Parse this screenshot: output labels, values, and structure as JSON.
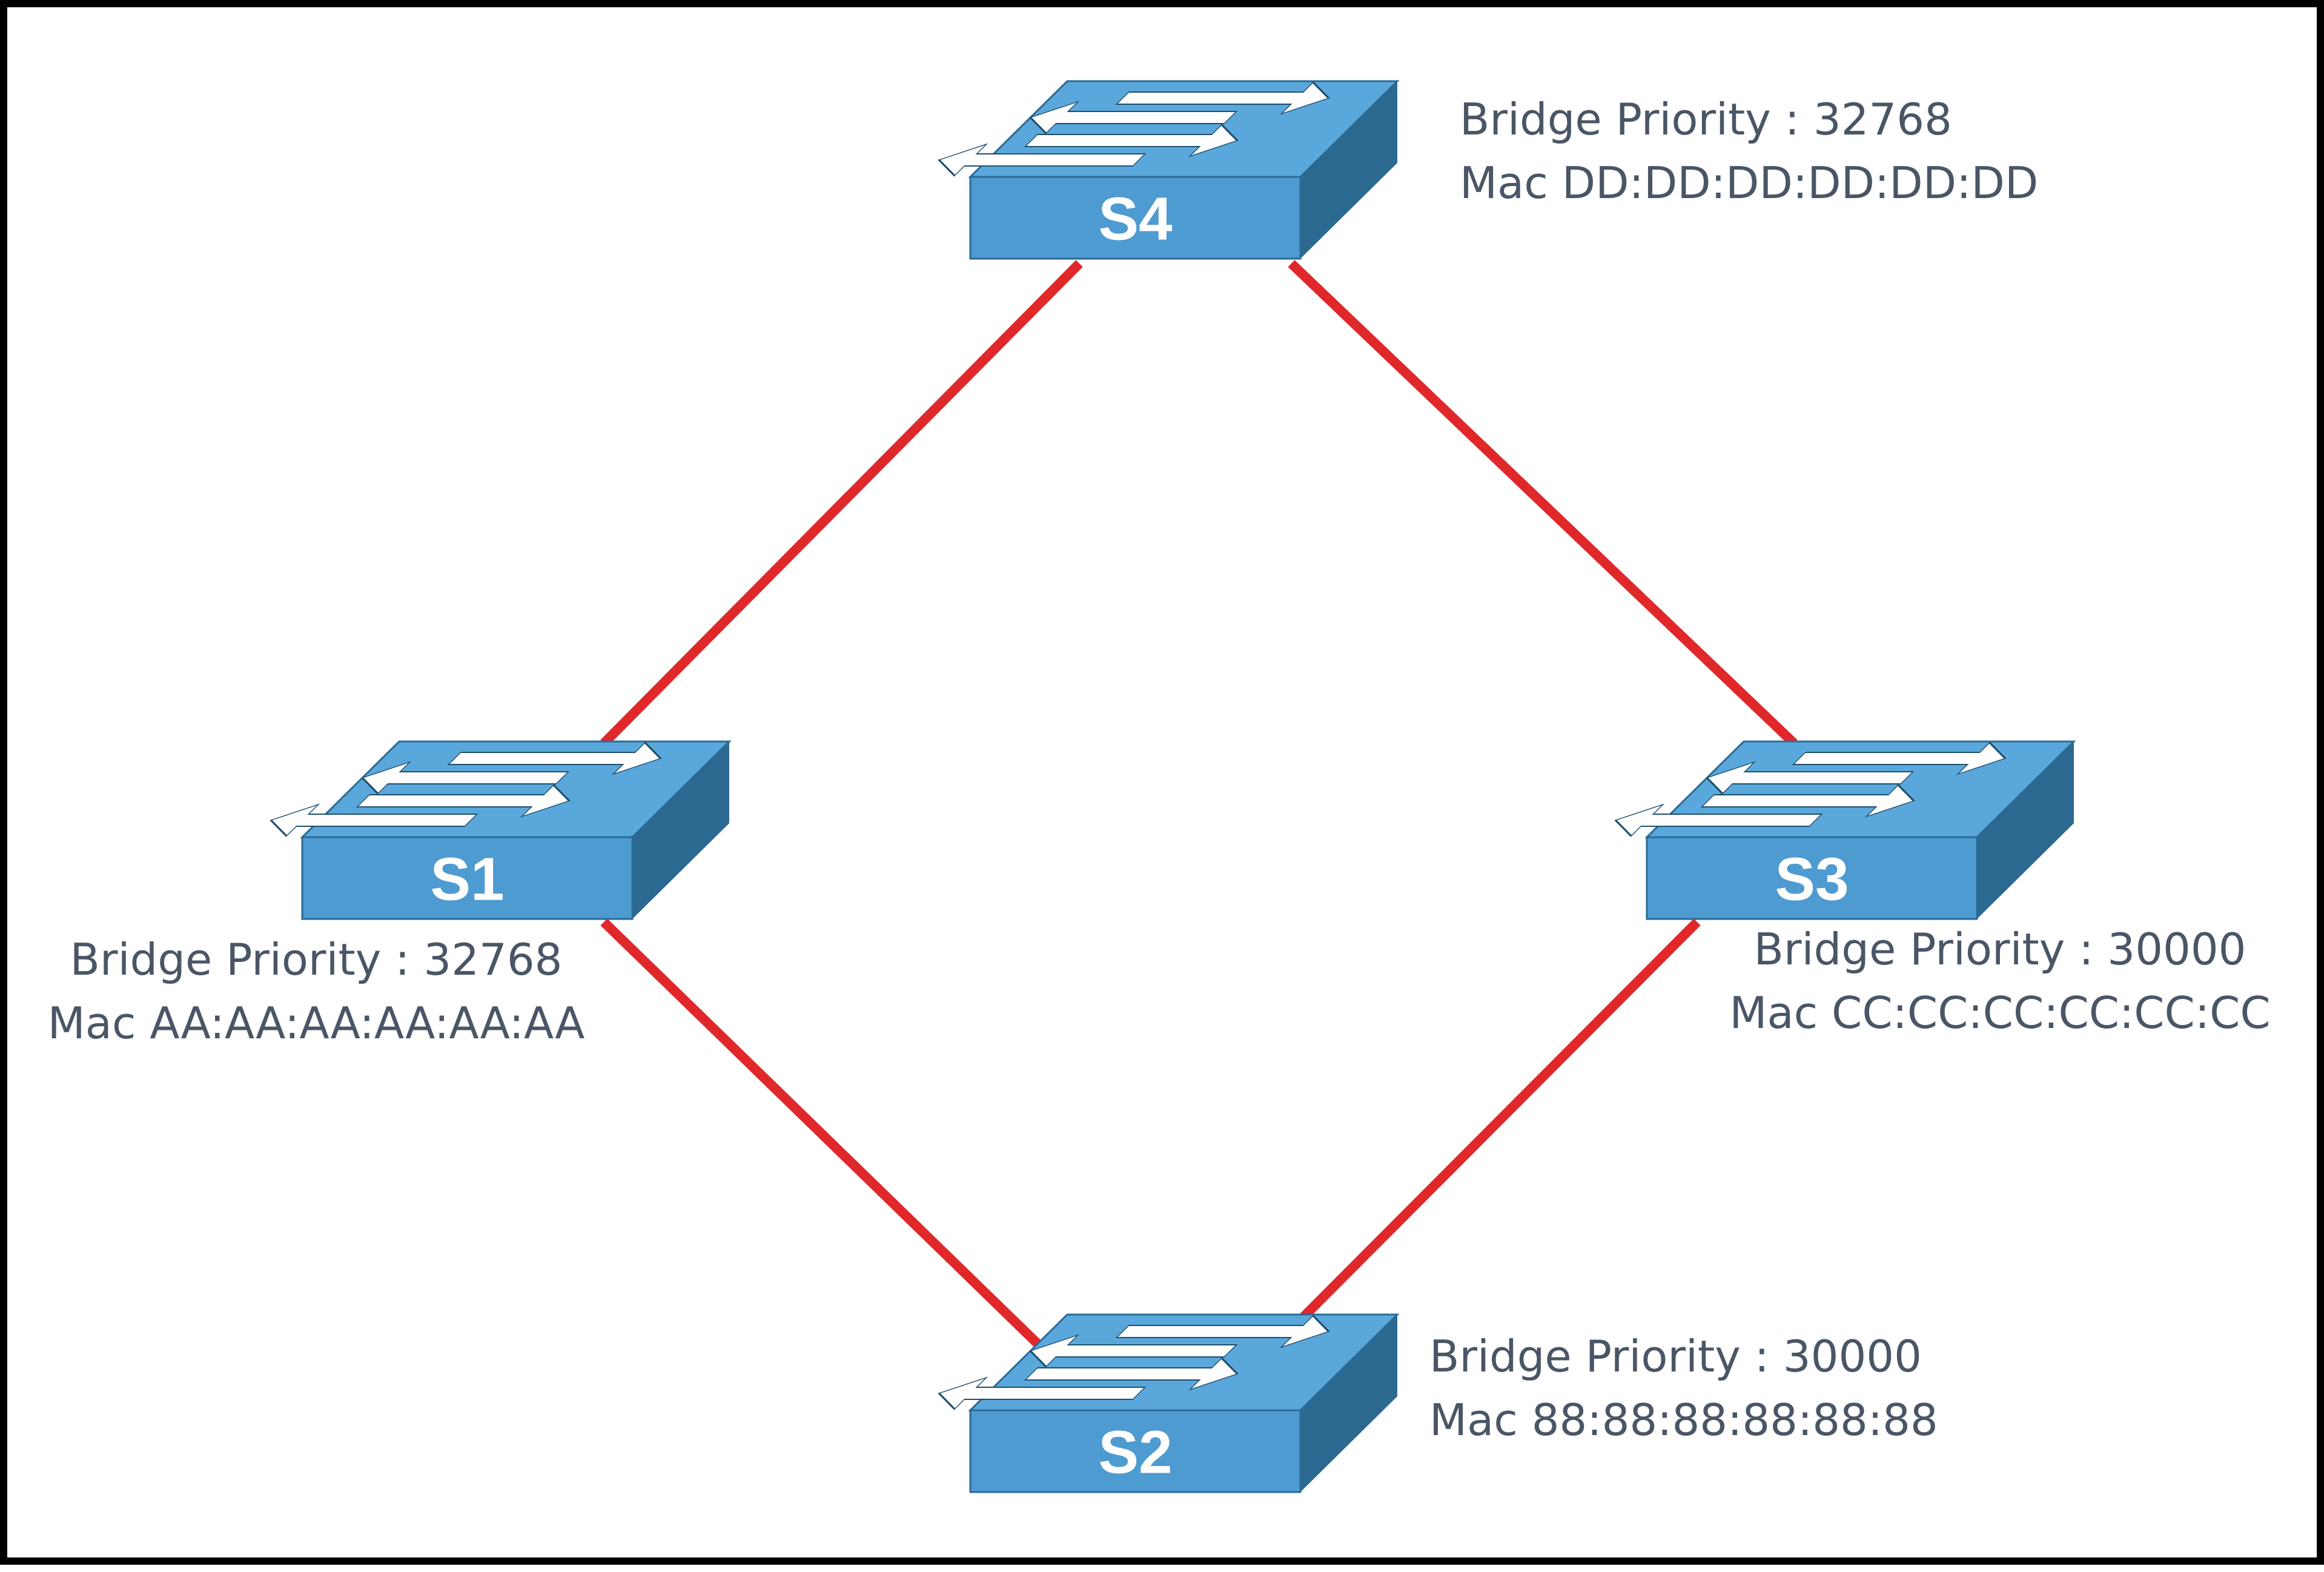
{
  "colors": {
    "link": "#e0282a",
    "switch_front": "#4e9bd2",
    "switch_top": "#5aa8db",
    "switch_side": "#2c6991",
    "arrow": "#ffffff",
    "info_text": "#4a5666",
    "border": "#000000"
  },
  "switches": [
    {
      "id": "S4",
      "name": "S4",
      "icon": "network-switch-icon",
      "priority_text": "Bridge Priority : 32768",
      "mac_text": "Mac DD:DD:DD:DD:DD:DD"
    },
    {
      "id": "S1",
      "name": "S1",
      "icon": "network-switch-icon",
      "priority_text": "Bridge Priority : 32768",
      "mac_text": "Mac AA:AA:AA:AA:AA:AA"
    },
    {
      "id": "S3",
      "name": "S3",
      "icon": "network-switch-icon",
      "priority_text": "Bridge Priority : 30000",
      "mac_text": "Mac CC:CC:CC:CC:CC:CC"
    },
    {
      "id": "S2",
      "name": "S2",
      "icon": "network-switch-icon",
      "priority_text": "Bridge Priority : 30000",
      "mac_text": "Mac 88:88:88:88:88:88"
    }
  ],
  "links": [
    {
      "from": "S4",
      "to": "S1"
    },
    {
      "from": "S4",
      "to": "S3"
    },
    {
      "from": "S1",
      "to": "S2"
    },
    {
      "from": "S3",
      "to": "S2"
    }
  ]
}
